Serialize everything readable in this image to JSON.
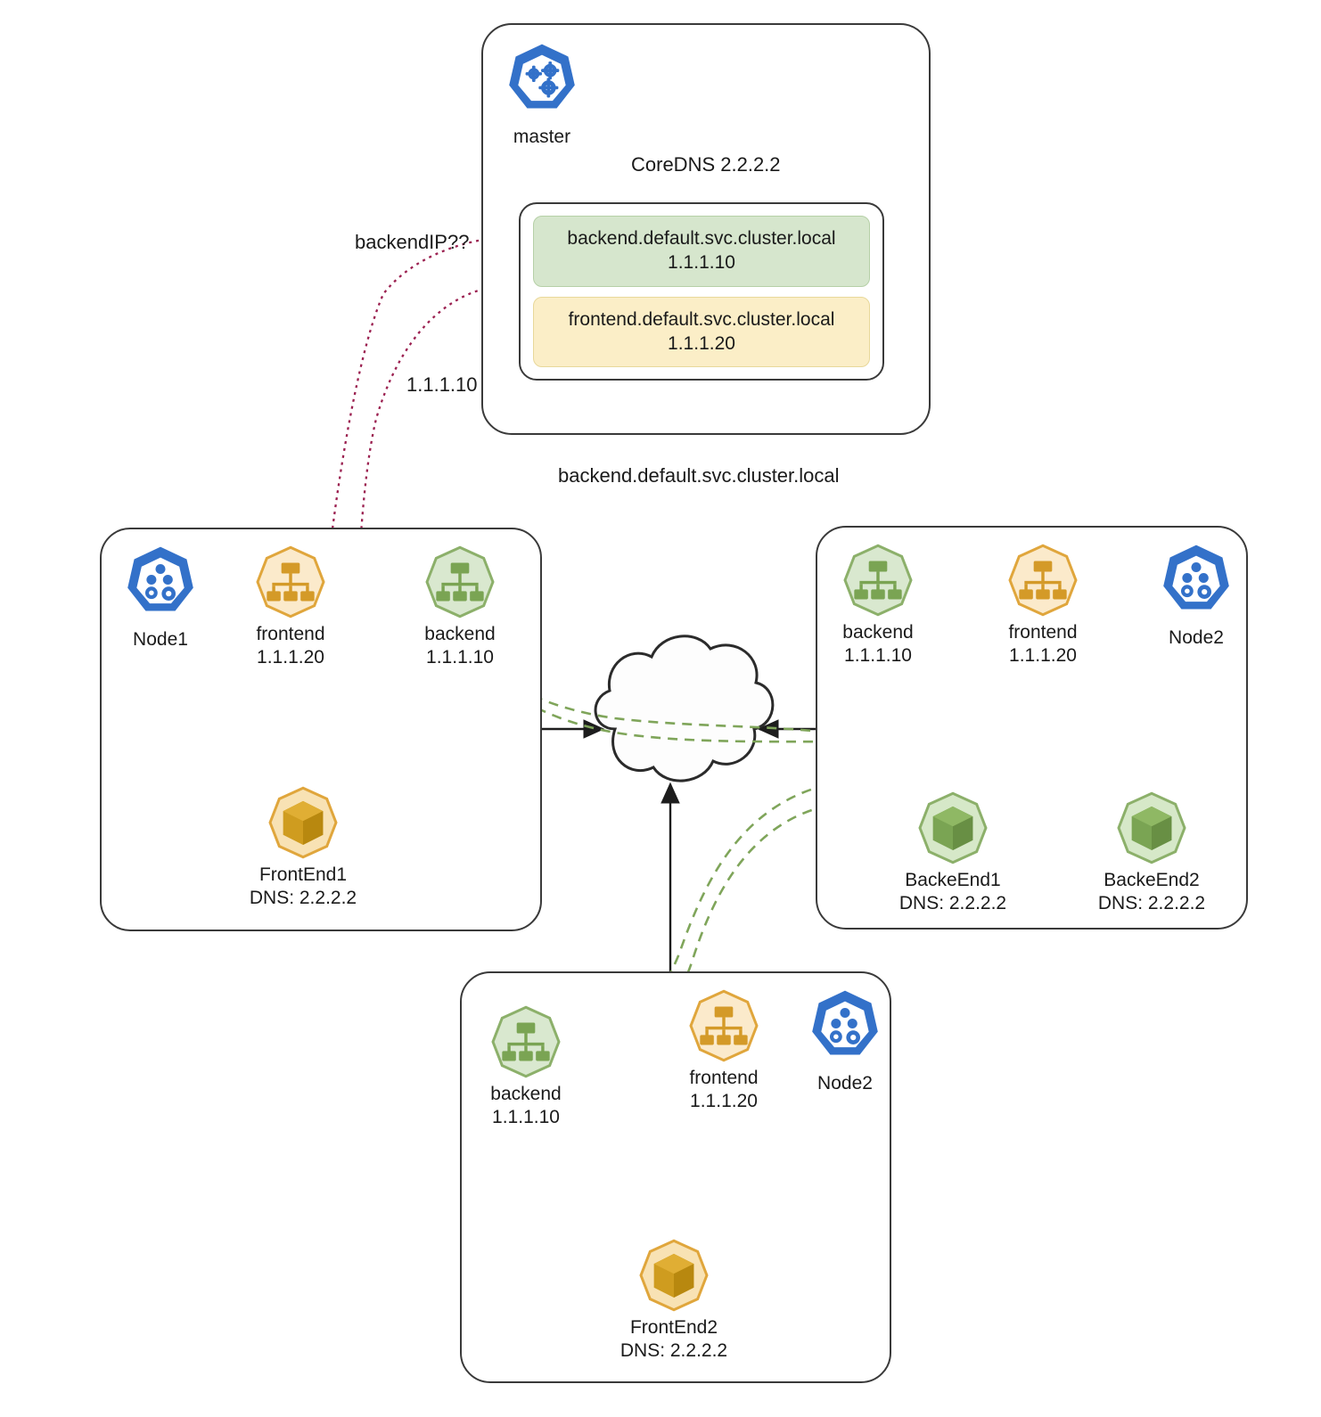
{
  "diagram": {
    "title_label": "backend.default.svc.cluster.local",
    "colors": {
      "k8s_blue": "#3371c9",
      "svc_green_fill": "#d9e8cf",
      "svc_green_stroke": "#8cb06a",
      "svc_green_icon": "#7aa453",
      "svc_amber_fill": "#fbeacb",
      "svc_amber_stroke": "#e0a63c",
      "svc_amber_icon": "#d49a28",
      "pod_amber_fill": "#f8e2b4",
      "pod_amber_icon": "#cf9c1f",
      "pod_green_fill": "#d6e8c8",
      "pod_green_icon": "#7aa453",
      "dns_arrow": "#9b2050",
      "cni_arrow": "#7fa55a",
      "box_stroke": "#3a3a3a"
    }
  },
  "master_box": {
    "name": "master-node-box",
    "master_icon_label": "master",
    "coredns_label": "CoreDNS 2.2.2.2",
    "dns_records": [
      {
        "host": "backend.default.svc.cluster.local",
        "ip": "1.1.1.10",
        "kind": "backend"
      },
      {
        "host": "frontend.default.svc.cluster.local",
        "ip": "1.1.1.20",
        "kind": "frontend"
      }
    ]
  },
  "edge_labels": {
    "query": "backendIP??",
    "response": "1.1.1.10",
    "service_fqdn": "backend.default.svc.cluster.local"
  },
  "node1_box": {
    "name": "node1-box",
    "node": {
      "label": "Node1",
      "icon": "kubernetes-node-icon"
    },
    "frontend_svc": {
      "label": "frontend",
      "ip": "1.1.1.20",
      "icon": "service-icon"
    },
    "backend_svc": {
      "label": "backend",
      "ip": "1.1.1.10",
      "icon": "service-icon"
    },
    "pod": {
      "label": "FrontEnd1",
      "dns": "DNS: 2.2.2.2",
      "icon": "pod-icon"
    }
  },
  "node2_right_box": {
    "name": "node2-right-box",
    "backend_svc": {
      "label": "backend",
      "ip": "1.1.1.10",
      "icon": "service-icon"
    },
    "frontend_svc": {
      "label": "frontend",
      "ip": "1.1.1.20",
      "icon": "service-icon"
    },
    "node": {
      "label": "Node2",
      "icon": "kubernetes-node-icon"
    },
    "pods": [
      {
        "label": "BackeEnd1",
        "dns": "DNS: 2.2.2.2",
        "icon": "pod-icon"
      },
      {
        "label": "BackeEnd2",
        "dns": "DNS: 2.2.2.2",
        "icon": "pod-icon"
      }
    ]
  },
  "node2_bottom_box": {
    "name": "node2-bottom-box",
    "backend_svc": {
      "label": "backend",
      "ip": "1.1.1.10",
      "icon": "service-icon"
    },
    "frontend_svc": {
      "label": "frontend",
      "ip": "1.1.1.20",
      "icon": "service-icon"
    },
    "node": {
      "label": "Node2",
      "icon": "kubernetes-node-icon"
    },
    "pod": {
      "label": "FrontEnd2",
      "dns": "DNS: 2.2.2.2",
      "icon": "pod-icon"
    }
  },
  "network": {
    "name": "cluster-network-cloud",
    "icon": "cloud-icon"
  }
}
